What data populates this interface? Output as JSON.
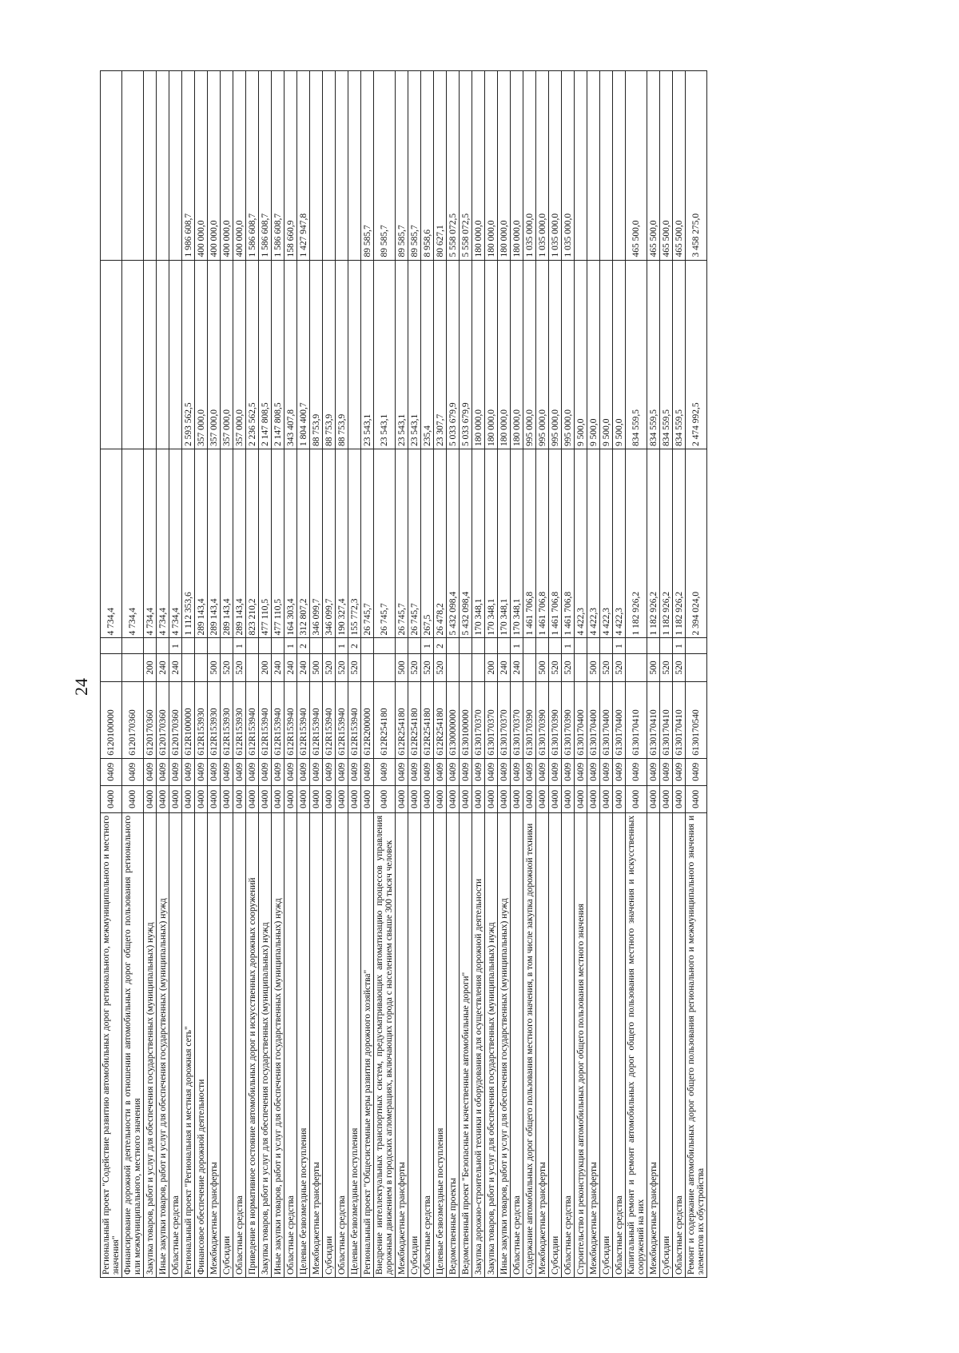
{
  "page": {
    "number": "24"
  },
  "table": {
    "rows": [
      {
        "name": "Региональный проект \"Содействие развитию автомобильных дорог регионального, межмуниципального и местного значения\"",
        "rz": "0400",
        "pr": "0409",
        "csr": "6120100000",
        "vr": "",
        "x": "",
        "v1": "4 734,4",
        "v2": "",
        "v3": "",
        "tall": true
      },
      {
        "name": "Финансирование дорожной деятельности в отношении автомобильных дорог общего пользования регионального или межмуниципального, местного значения",
        "rz": "0400",
        "pr": "0409",
        "csr": "6120170360",
        "vr": "",
        "x": "",
        "v1": "4 734,4",
        "v2": "",
        "v3": "",
        "tall": true
      },
      {
        "name": "Закупка товаров, работ и услуг для обеспечения государственных (муниципальных) нужд",
        "rz": "0400",
        "pr": "0409",
        "csr": "6120170360",
        "vr": "200",
        "x": "",
        "v1": "4 734,4",
        "v2": "",
        "v3": ""
      },
      {
        "name": "Иные закупки товаров, работ и услуг для обеспечения государственных (муниципальных) нужд",
        "rz": "0400",
        "pr": "0409",
        "csr": "6120170360",
        "vr": "240",
        "x": "",
        "v1": "4 734,4",
        "v2": "",
        "v3": ""
      },
      {
        "name": "Областные средства",
        "rz": "0400",
        "pr": "0409",
        "csr": "6120170360",
        "vr": "240",
        "x": "1",
        "v1": "4 734,4",
        "v2": "",
        "v3": ""
      },
      {
        "name": "Региональный проект \"Региональная и местная дорожная сеть\"",
        "rz": "0400",
        "pr": "0409",
        "csr": "612R100000",
        "vr": "",
        "x": "",
        "v1": "1 112 353,6",
        "v2": "2 593 562,5",
        "v3": "1 986 608,7"
      },
      {
        "name": "Финансовое обеспечение дорожной деятельности",
        "rz": "0400",
        "pr": "0409",
        "csr": "612R153930",
        "vr": "",
        "x": "",
        "v1": "289 143,4",
        "v2": "357 000,0",
        "v3": "400 000,0"
      },
      {
        "name": "Межбюджетные трансферты",
        "rz": "0400",
        "pr": "0409",
        "csr": "612R153930",
        "vr": "500",
        "x": "",
        "v1": "289 143,4",
        "v2": "357 000,0",
        "v3": "400 000,0"
      },
      {
        "name": "Субсидии",
        "rz": "0400",
        "pr": "0409",
        "csr": "612R153930",
        "vr": "520",
        "x": "",
        "v1": "289 143,4",
        "v2": "357 000,0",
        "v3": "400 000,0"
      },
      {
        "name": "Областные средства",
        "rz": "0400",
        "pr": "0409",
        "csr": "612R153930",
        "vr": "520",
        "x": "1",
        "v1": "289 143,4",
        "v2": "357 000,0",
        "v3": "400 000,0"
      },
      {
        "name": "Приведение в нормативное состояние автомобильных дорог и искусственных дорожных сооружений",
        "rz": "0400",
        "pr": "0409",
        "csr": "612R153940",
        "vr": "",
        "x": "",
        "v1": "823 210,2",
        "v2": "2 236 562,5",
        "v3": "1 586 608,7"
      },
      {
        "name": "Закупка товаров, работ и услуг для обеспечения государственных (муниципальных) нужд",
        "rz": "0400",
        "pr": "0409",
        "csr": "612R153940",
        "vr": "200",
        "x": "",
        "v1": "477 110,5",
        "v2": "2 147 808,5",
        "v3": "1 586 608,7"
      },
      {
        "name": "Иные закупки товаров, работ и услуг для обеспечения государственных (муниципальных) нужд",
        "rz": "0400",
        "pr": "0409",
        "csr": "612R153940",
        "vr": "240",
        "x": "",
        "v1": "477 110,5",
        "v2": "2 147 808,5",
        "v3": "1 586 608,7"
      },
      {
        "name": "Областные средства",
        "rz": "0400",
        "pr": "0409",
        "csr": "612R153940",
        "vr": "240",
        "x": "1",
        "v1": "164 303,4",
        "v2": "343 407,8",
        "v3": "158 660,9"
      },
      {
        "name": "Целевые безвозмездные поступления",
        "rz": "0400",
        "pr": "0409",
        "csr": "612R153940",
        "vr": "240",
        "x": "2",
        "v1": "312 807,2",
        "v2": "1 804 400,7",
        "v3": "1 427 947,8"
      },
      {
        "name": "Межбюджетные трансферты",
        "rz": "0400",
        "pr": "0409",
        "csr": "612R153940",
        "vr": "500",
        "x": "",
        "v1": "346 099,7",
        "v2": "88 753,9",
        "v3": ""
      },
      {
        "name": "Субсидии",
        "rz": "0400",
        "pr": "0409",
        "csr": "612R153940",
        "vr": "520",
        "x": "",
        "v1": "346 099,7",
        "v2": "88 753,9",
        "v3": ""
      },
      {
        "name": "Областные средства",
        "rz": "0400",
        "pr": "0409",
        "csr": "612R153940",
        "vr": "520",
        "x": "1",
        "v1": "190 327,4",
        "v2": "88 753,9",
        "v3": ""
      },
      {
        "name": "Целевые безвозмездные поступления",
        "rz": "0400",
        "pr": "0409",
        "csr": "612R153940",
        "vr": "520",
        "x": "2",
        "v1": "155 772,3",
        "v2": "",
        "v3": ""
      },
      {
        "name": "Региональный проект \"Общесистемные меры развития дорожного хозяйства\"",
        "rz": "0400",
        "pr": "0409",
        "csr": "612R200000",
        "vr": "",
        "x": "",
        "v1": "26 745,7",
        "v2": "23 543,1",
        "v3": "89 585,7"
      },
      {
        "name": "Внедрение интеллектуальных транспортных систем, предусматривающих автоматизацию процессов управления дорожным движением в городских агломерациях, включающих города с населением свыше 300 тысяч человек",
        "rz": "0400",
        "pr": "0409",
        "csr": "612R254180",
        "vr": "",
        "x": "",
        "v1": "26 745,7",
        "v2": "23 543,1",
        "v3": "89 585,7",
        "tall": true
      },
      {
        "name": "Межбюджетные трансферты",
        "rz": "0400",
        "pr": "0409",
        "csr": "612R254180",
        "vr": "500",
        "x": "",
        "v1": "26 745,7",
        "v2": "23 543,1",
        "v3": "89 585,7"
      },
      {
        "name": "Субсидии",
        "rz": "0400",
        "pr": "0409",
        "csr": "612R254180",
        "vr": "520",
        "x": "",
        "v1": "26 745,7",
        "v2": "23 543,1",
        "v3": "89 585,7"
      },
      {
        "name": "Областные средства",
        "rz": "0400",
        "pr": "0409",
        "csr": "612R254180",
        "vr": "520",
        "x": "1",
        "v1": "267,5",
        "v2": "235,4",
        "v3": "8 958,6"
      },
      {
        "name": "Целевые безвозмездные поступления",
        "rz": "0400",
        "pr": "0409",
        "csr": "612R254180",
        "vr": "520",
        "x": "2",
        "v1": "26 478,2",
        "v2": "23 307,7",
        "v3": "80 627,1"
      },
      {
        "name": "Ведомственные проекты",
        "rz": "0400",
        "pr": "0409",
        "csr": "6130000000",
        "vr": "",
        "x": "",
        "v1": "5 432 098,4",
        "v2": "5 033 679,9",
        "v3": "5 558 072,5"
      },
      {
        "name": "Ведомственный проект \"Безопасные и качественные автомобильные дороги\"",
        "rz": "0400",
        "pr": "0409",
        "csr": "6130100000",
        "vr": "",
        "x": "",
        "v1": "5 432 098,4",
        "v2": "5 033 679,9",
        "v3": "5 558 072,5"
      },
      {
        "name": "Закупка дорожно-строительной техники и оборудования для осуществления дорожной деятельности",
        "rz": "0400",
        "pr": "0409",
        "csr": "6130170370",
        "vr": "",
        "x": "",
        "v1": "170 348,1",
        "v2": "180 000,0",
        "v3": "180 000,0"
      },
      {
        "name": "Закупка товаров, работ и услуг для обеспечения государственных (муниципальных) нужд",
        "rz": "0400",
        "pr": "0409",
        "csr": "6130170370",
        "vr": "200",
        "x": "",
        "v1": "170 348,1",
        "v2": "180 000,0",
        "v3": "180 000,0"
      },
      {
        "name": "Иные закупки товаров, работ и услуг для обеспечения государственных (муниципальных) нужд",
        "rz": "0400",
        "pr": "0409",
        "csr": "6130170370",
        "vr": "240",
        "x": "",
        "v1": "170 348,1",
        "v2": "180 000,0",
        "v3": "180 000,0"
      },
      {
        "name": "Областные средства",
        "rz": "0400",
        "pr": "0409",
        "csr": "6130170370",
        "vr": "240",
        "x": "1",
        "v1": "170 348,1",
        "v2": "180 000,0",
        "v3": "180 000,0"
      },
      {
        "name": "Содержание автомобильных дорог общего пользования местного значения, в том числе закупка дорожной техники",
        "rz": "0400",
        "pr": "0409",
        "csr": "6130170390",
        "vr": "",
        "x": "",
        "v1": "1 461 706,8",
        "v2": "995 000,0",
        "v3": "1 035 000,0"
      },
      {
        "name": "Межбюджетные трансферты",
        "rz": "0400",
        "pr": "0409",
        "csr": "6130170390",
        "vr": "500",
        "x": "",
        "v1": "1 461 706,8",
        "v2": "995 000,0",
        "v3": "1 035 000,0"
      },
      {
        "name": "Субсидии",
        "rz": "0400",
        "pr": "0409",
        "csr": "6130170390",
        "vr": "520",
        "x": "",
        "v1": "1 461 706,8",
        "v2": "995 000,0",
        "v3": "1 035 000,0"
      },
      {
        "name": "Областные средства",
        "rz": "0400",
        "pr": "0409",
        "csr": "6130170390",
        "vr": "520",
        "x": "1",
        "v1": "1 461 706,8",
        "v2": "995 000,0",
        "v3": "1 035 000,0"
      },
      {
        "name": "Строительство и реконструкция автомобильных дорог общего пользования местного значения",
        "rz": "0400",
        "pr": "0409",
        "csr": "6130170400",
        "vr": "",
        "x": "",
        "v1": "4 422,3",
        "v2": "9 500,0",
        "v3": ""
      },
      {
        "name": "Межбюджетные трансферты",
        "rz": "0400",
        "pr": "0409",
        "csr": "6130170400",
        "vr": "500",
        "x": "",
        "v1": "4 422,3",
        "v2": "9 500,0",
        "v3": ""
      },
      {
        "name": "Субсидии",
        "rz": "0400",
        "pr": "0409",
        "csr": "6130170400",
        "vr": "520",
        "x": "",
        "v1": "4 422,3",
        "v2": "9 500,0",
        "v3": ""
      },
      {
        "name": "Областные средства",
        "rz": "0400",
        "pr": "0409",
        "csr": "6130170400",
        "vr": "520",
        "x": "1",
        "v1": "4 422,3",
        "v2": "9 500,0",
        "v3": ""
      },
      {
        "name": "Капитальный ремонт и ремонт автомобильных дорог общего пользования местного значения и искусственных сооружений на них",
        "rz": "0400",
        "pr": "0409",
        "csr": "6130170410",
        "vr": "",
        "x": "",
        "v1": "1 182 926,2",
        "v2": "834 559,5",
        "v3": "465 500,0",
        "tall": true
      },
      {
        "name": "Межбюджетные трансферты",
        "rz": "0400",
        "pr": "0409",
        "csr": "6130170410",
        "vr": "500",
        "x": "",
        "v1": "1 182 926,2",
        "v2": "834 559,5",
        "v3": "465 500,0"
      },
      {
        "name": "Субсидии",
        "rz": "0400",
        "pr": "0409",
        "csr": "6130170410",
        "vr": "520",
        "x": "",
        "v1": "1 182 926,2",
        "v2": "834 559,5",
        "v3": "465 500,0"
      },
      {
        "name": "Областные средства",
        "rz": "0400",
        "pr": "0409",
        "csr": "6130170410",
        "vr": "520",
        "x": "1",
        "v1": "1 182 926,2",
        "v2": "834 559,5",
        "v3": "465 500,0"
      },
      {
        "name": "Ремонт и содержание автомобильных дорог общего пользования регионального и межмуниципального значения и элементов их обустройства",
        "rz": "0400",
        "pr": "0409",
        "csr": "6130170540",
        "vr": "",
        "x": "",
        "v1": "2 394 024,0",
        "v2": "2 474 992,5",
        "v3": "3 458 275,0",
        "tall": true
      }
    ]
  }
}
